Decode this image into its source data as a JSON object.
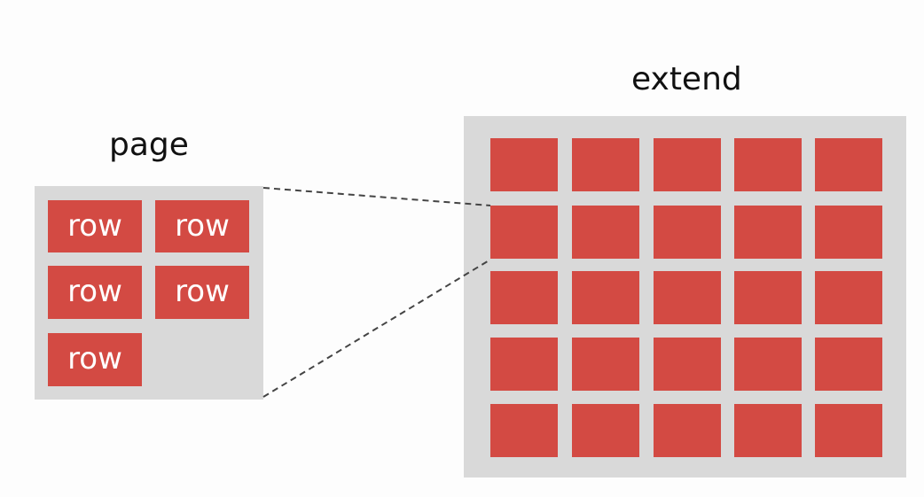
{
  "page": {
    "title": "page",
    "rows": [
      "row",
      "row",
      "row",
      "row",
      "row"
    ]
  },
  "extend": {
    "title": "extend",
    "grid_rows": 5,
    "grid_cols": 5
  },
  "colors": {
    "block": "#d34a43",
    "panel": "#d9d9d9",
    "connector": "#444444"
  }
}
